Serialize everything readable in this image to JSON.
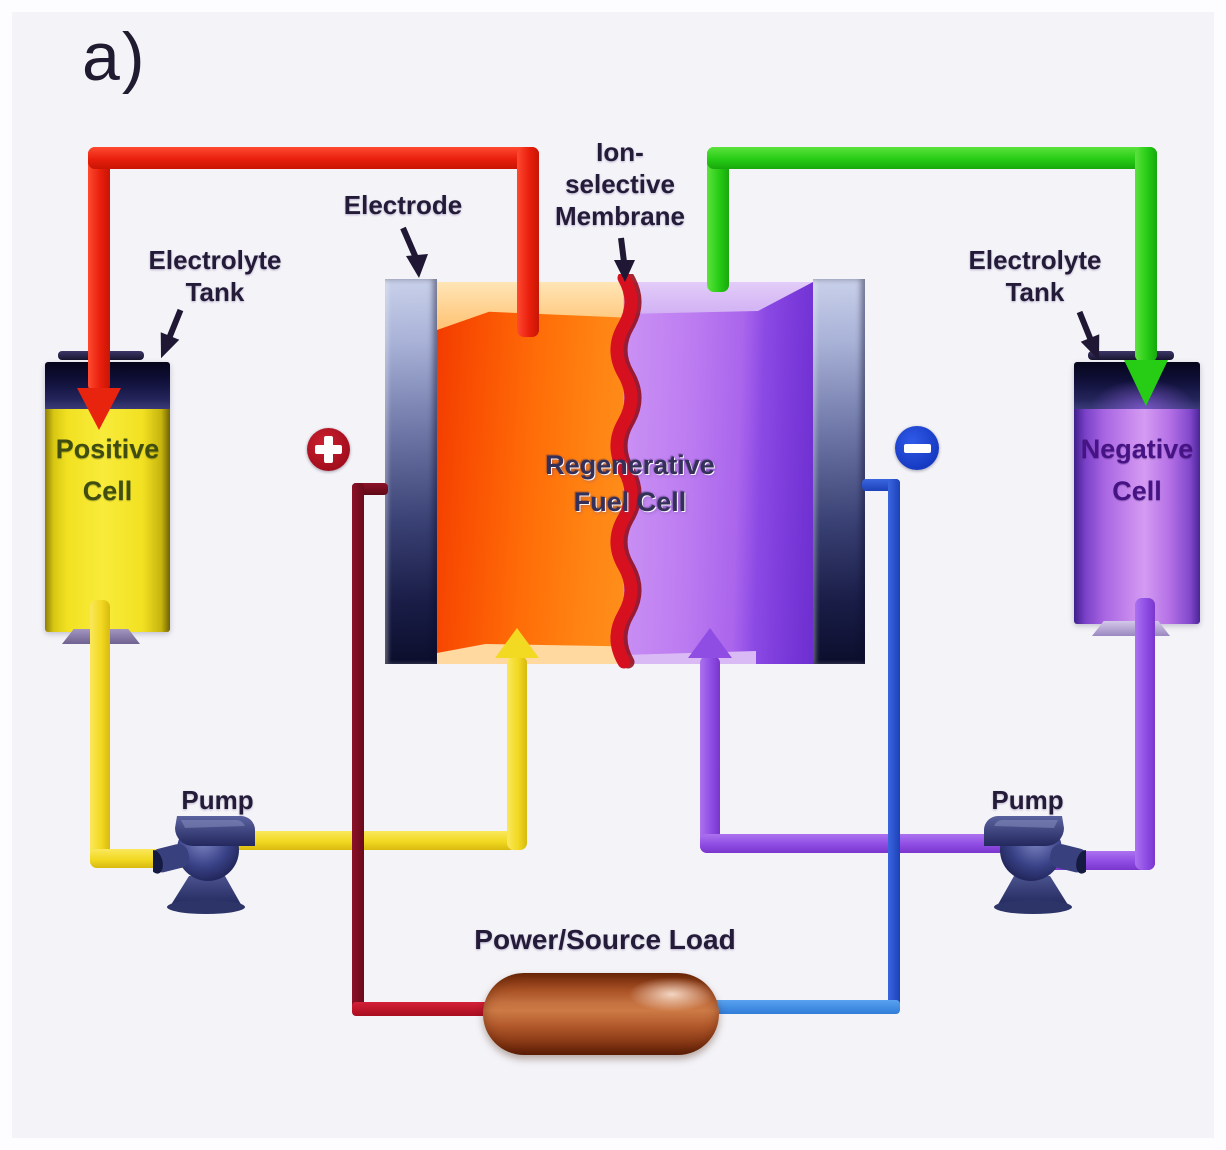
{
  "figure_label": "a)",
  "labels": {
    "electrode": "Electrode",
    "membrane_lines": [
      "Ion-",
      "selective",
      "Membrane"
    ],
    "electrolyte_tank_left_lines": [
      "Electrolyte",
      "Tank"
    ],
    "electrolyte_tank_right_lines": [
      "Electrolyte",
      "Tank"
    ],
    "pump_left": "Pump",
    "pump_right": "Pump",
    "power_load": "Power/Source Load"
  },
  "tanks": {
    "positive_lines": [
      "Positive",
      "Cell"
    ],
    "negative_lines": [
      "Negative",
      "Cell"
    ]
  },
  "fuel_cell_lines": [
    "Regenerative",
    "Fuel Cell"
  ],
  "badges": {
    "plus": "+",
    "minus": "−"
  },
  "colors": {
    "pipe_red": "#e8240f",
    "pipe_green": "#27cc15",
    "pipe_yellow": "#f2d922",
    "pipe_purple": "#8f4de4",
    "wire_maroon": "#6f0c1d",
    "wire_crimson": "#c11228",
    "wire_blue": "#2450cf",
    "wire_light_blue": "#3f8fe3",
    "electrolyte_orange": "#ff6d08",
    "electrolyte_violet": "#a863ec",
    "positive_cell_yellow": "#f2e122",
    "negative_cell_purple": "#c98bee",
    "membrane_red": "#d6101f",
    "load_copper": "#b85c2e"
  }
}
